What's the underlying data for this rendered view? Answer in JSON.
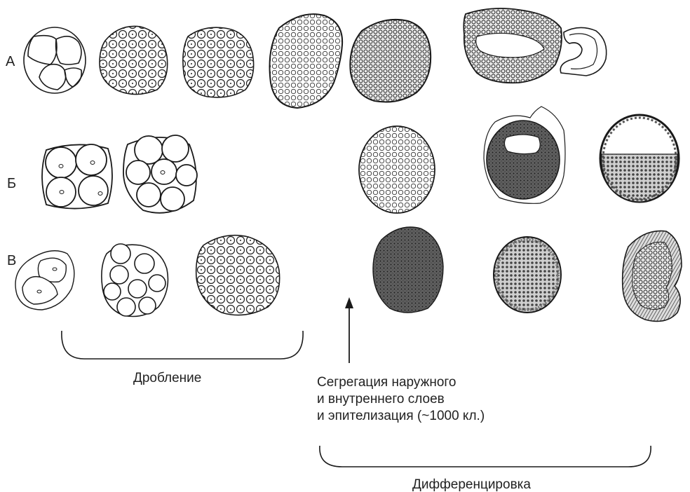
{
  "rows": {
    "a": "А",
    "b": "Б",
    "v": "В"
  },
  "captions": {
    "cleavage": "Дробление",
    "segregation": [
      "Сегрегация наружного",
      "и внутреннего слоев",
      "и эпителизация (~1000 кл.)"
    ],
    "differentiation": "Дифференцировка"
  },
  "colors": {
    "ink": "#1a1a1a",
    "dense_fill": "#3a3a3a",
    "light_fill": "#9a9a9a"
  }
}
